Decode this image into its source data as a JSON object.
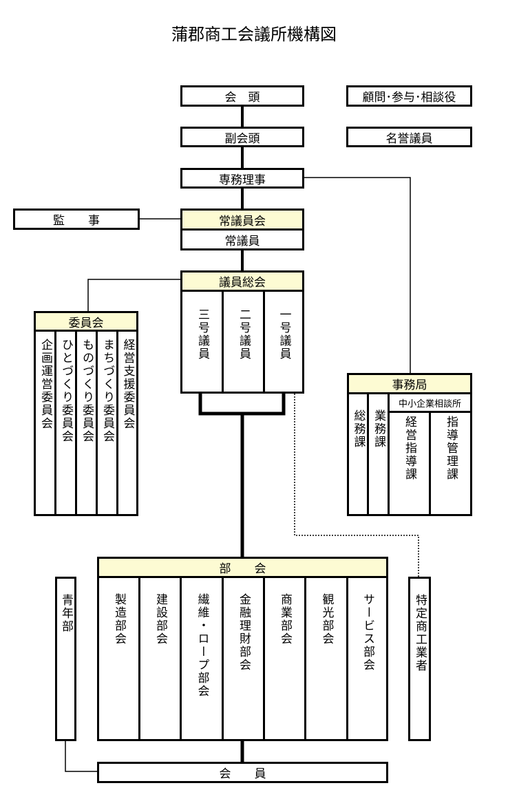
{
  "title": "蒲郡商工会議所機構図",
  "president": "会　頭",
  "advisors": "顧問･参与･相談役",
  "vice_president": "副会頭",
  "honorary": "名誉議員",
  "managing_director": "専務理事",
  "auditor": "監　　事",
  "standing_council": "常議員会",
  "standing_members": "常議員",
  "general_assembly": "議員総会",
  "member_classes": [
    "三号議員",
    "二号議員",
    "一号議員"
  ],
  "committee": {
    "header": "委員会",
    "items": [
      "企画運営委員会",
      "ひとづくり委員会",
      "ものづくり委員会",
      "まちづくり委員会",
      "経営支援委員会"
    ]
  },
  "secretariat": {
    "header": "事務局",
    "sme_center": "中小企業相談所",
    "items": [
      "総務課",
      "業務課",
      "経営指導課",
      "指導管理課"
    ]
  },
  "divisions": {
    "header": "部　　会",
    "items": [
      "製造部会",
      "建設部会",
      "繊維・ロープ部会",
      "金融理財部会",
      "商業部会",
      "観光部会",
      "サービス部会"
    ]
  },
  "youth": "青年部",
  "special": "特定商工業者",
  "members": "会　　員"
}
